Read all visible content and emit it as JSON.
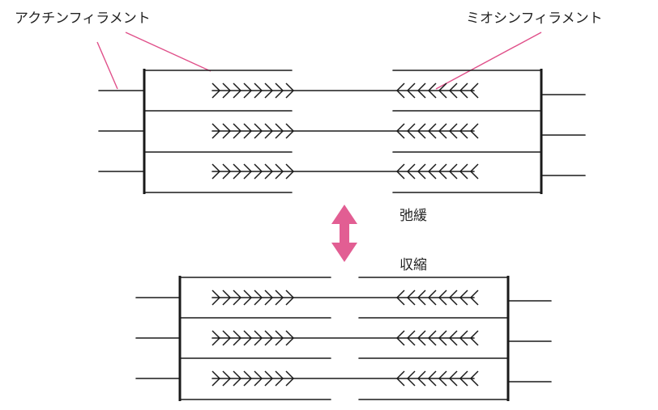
{
  "labels": {
    "actin": "アクチンフィラメント",
    "myosin": "ミオシンフィラメント",
    "relax": "弛緩",
    "contract": "収縮"
  },
  "colors": {
    "leader": "#e0508a",
    "arrow": "#e25e93",
    "ink": "#1a1a1a"
  },
  "icons": {
    "state_arrow": "double-vertical-arrow"
  }
}
